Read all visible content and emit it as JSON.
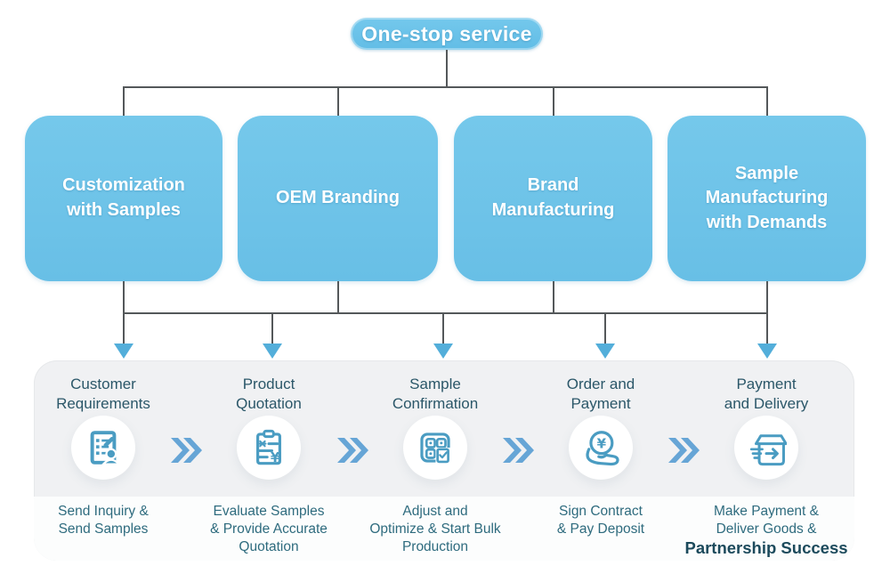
{
  "header": {
    "pill_label": "One-stop service"
  },
  "service_boxes": [
    {
      "label": "Customization\nwith Samples"
    },
    {
      "label": "OEM Branding"
    },
    {
      "label": "Brand\nManufacturing"
    },
    {
      "label": "Sample\nManufacturing\nwith Demands"
    }
  ],
  "process_panel": {
    "steps": [
      {
        "title": "Customer\nRequirements",
        "icon": "form-edit-user-icon",
        "description": "Send Inquiry &\nSend Samples"
      },
      {
        "title": "Product\nQuotation",
        "icon": "quotation-clipboard-yuan-icon",
        "description": "Evaluate Samples\n& Provide Accurate\nQuotation"
      },
      {
        "title": "Sample\nConfirmation",
        "icon": "sample-grid-check-icon",
        "description": "Adjust and\nOptimize & Start Bulk\nProduction"
      },
      {
        "title": "Order and\nPayment",
        "icon": "hand-yuan-coin-icon",
        "description": "Sign Contract\n& Pay Deposit"
      },
      {
        "title": "Payment\nand Delivery",
        "icon": "shipping-box-arrow-icon",
        "description": "Make Payment &\nDeliver Goods &",
        "description_highlight": "Partnership Success"
      }
    ],
    "separator_icon": "double-chevron-right-icon",
    "flow_arrow_icon": "down-arrow-icon"
  },
  "colors": {
    "box_blue": "#6cc3e9",
    "pill_blue": "#6cc5ea",
    "arrow_blue": "#53aeda",
    "chevron_blue": "#66a5d6",
    "icon_blue": "#4a9cc2",
    "step_title_text": "#2b5769",
    "description_text": "#2e6b7e",
    "highlight_text": "#1c4a5c",
    "box_label_text": "#ffffff",
    "connector_line": "#54585a",
    "panel_background": "#f0f1f3",
    "panel_bottom_background": "#fcfdfd"
  }
}
